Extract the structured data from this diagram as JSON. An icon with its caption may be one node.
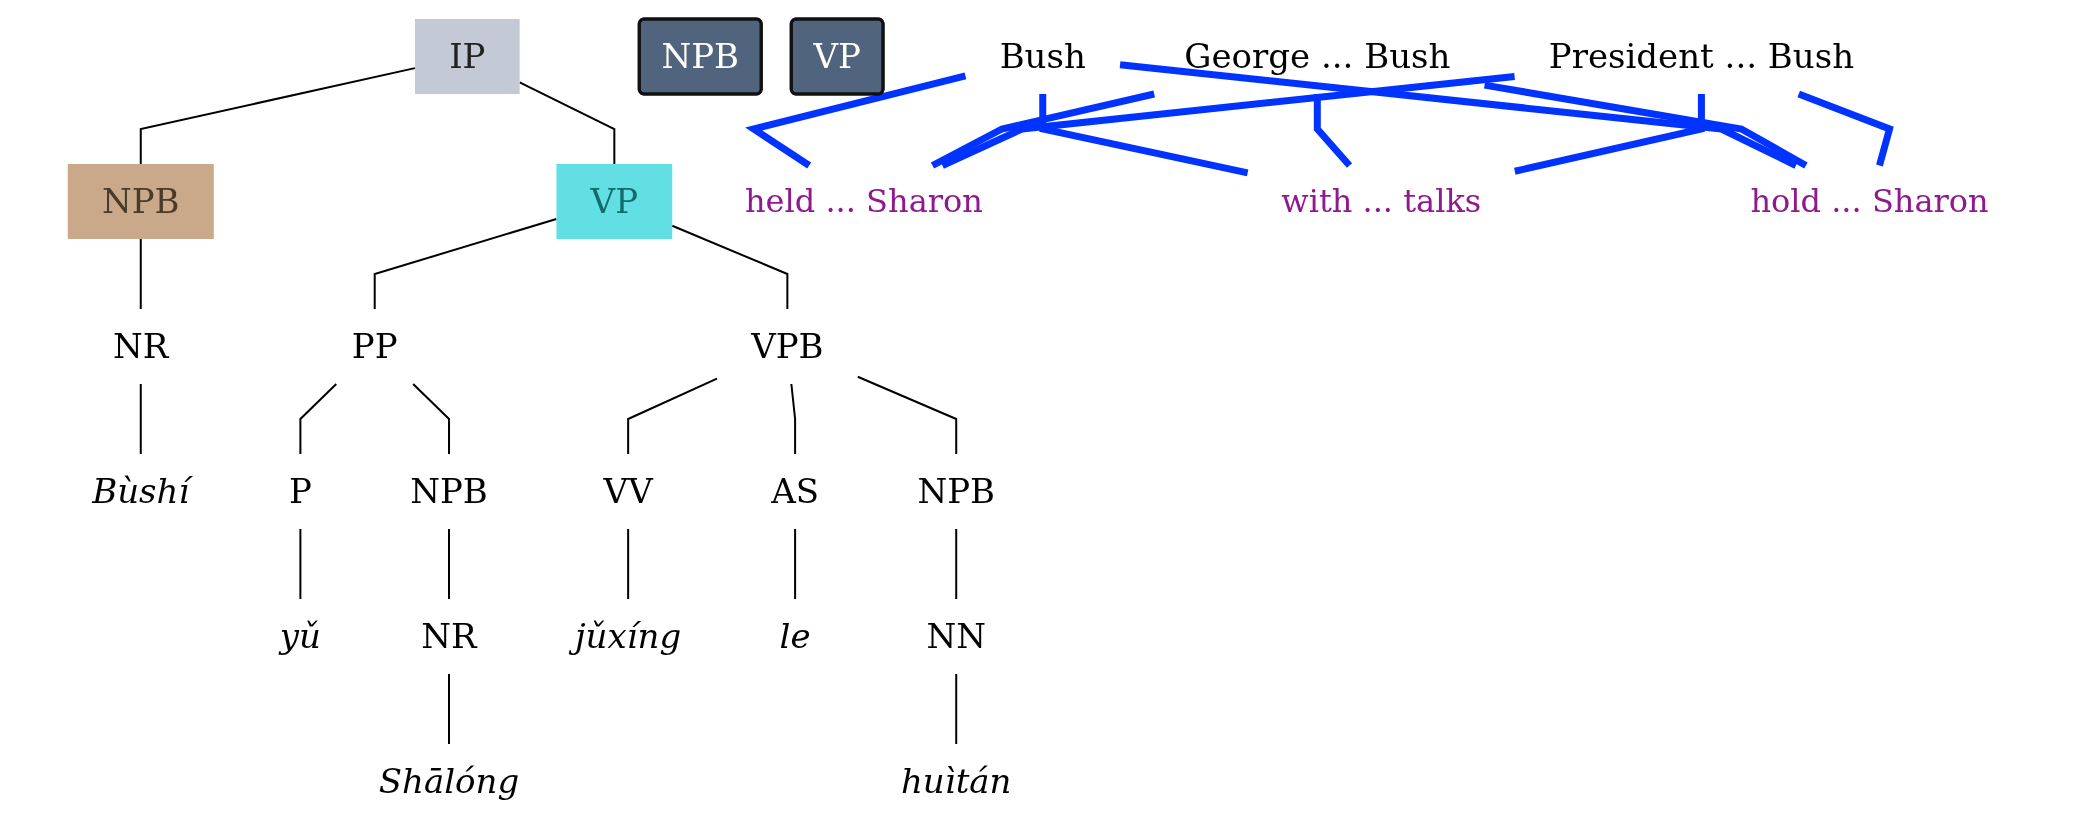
{
  "diagram": {
    "nodes": [
      {
        "text": [
          "IP"
        ]
      },
      {
        "text": [
          "NPB"
        ]
      },
      {
        "text": [
          "VP"
        ]
      },
      {
        "text": [
          "NR"
        ]
      },
      {
        "text": [
          "PP"
        ]
      },
      {
        "text": [
          "VPB"
        ]
      },
      {
        "text": [
          "Bùshí"
        ]
      },
      {
        "text": [
          "P"
        ]
      },
      {
        "text": [
          "NPB"
        ]
      },
      {
        "text": [
          "VV"
        ]
      },
      {
        "text": [
          "AS"
        ]
      },
      {
        "text": [
          "NPB"
        ]
      },
      {
        "text": [
          "yǔ"
        ]
      },
      {
        "text": [
          "NR"
        ]
      },
      {
        "text": [
          "jǔxíng"
        ]
      },
      {
        "text": [
          "le"
        ]
      },
      {
        "text": [
          "NN"
        ]
      },
      {
        "text": [
          "Shālóng"
        ]
      },
      {
        "text": [
          "huìtán"
        ]
      },
      {
        "text": [
          "NPB"
        ]
      },
      {
        "text": [
          "VP"
        ]
      },
      {
        "text": [
          "Bush"
        ]
      },
      {
        "text": [
          "George ... Bush"
        ]
      },
      {
        "text": [
          "President ... Bush"
        ]
      },
      {
        "text": [
          "held ... Sharon"
        ]
      },
      {
        "text": [
          "with ... talks"
        ]
      },
      {
        "text": [
          "hold ... Sharon"
        ]
      }
    ],
    "edges": [
      {
        "from": 0,
        "to": 1,
        "arrow": "none"
      },
      {
        "from": 0,
        "to": 2,
        "arrow": "none"
      },
      {
        "from": 1,
        "to": 3,
        "arrow": "none"
      },
      {
        "from": 3,
        "to": 6,
        "arrow": "none"
      },
      {
        "from": 2,
        "to": 4,
        "arrow": "none"
      },
      {
        "from": 2,
        "to": 5,
        "arrow": "none"
      },
      {
        "from": 4,
        "to": 7,
        "arrow": "none"
      },
      {
        "from": 4,
        "to": 8,
        "arrow": "none"
      },
      {
        "from": 7,
        "to": 12,
        "arrow": "none"
      },
      {
        "from": 8,
        "to": 13,
        "arrow": "none"
      },
      {
        "from": 13,
        "to": 17,
        "arrow": "none"
      },
      {
        "from": 5,
        "to": 9,
        "arrow": "none"
      },
      {
        "from": 5,
        "to": 10,
        "arrow": "none"
      },
      {
        "from": 5,
        "to": 11,
        "arrow": "none"
      },
      {
        "from": 9,
        "to": 14,
        "arrow": "none"
      },
      {
        "from": 10,
        "to": 15,
        "arrow": "none"
      },
      {
        "from": 11,
        "to": 16,
        "arrow": "none"
      },
      {
        "from": 16,
        "to": 18,
        "arrow": "none"
      },
      {
        "from": 21,
        "to": 24,
        "arrow": "none",
        "style": "thick",
        "color": "#0033ff"
      },
      {
        "from": 21,
        "to": 25,
        "arrow": "none",
        "style": "thick",
        "color": "#0033ff"
      },
      {
        "from": 21,
        "to": 26,
        "arrow": "none",
        "style": "thick",
        "color": "#0033ff"
      },
      {
        "from": 22,
        "to": 24,
        "arrow": "none",
        "style": "thick",
        "color": "#0033ff"
      },
      {
        "from": 22,
        "to": 25,
        "arrow": "none",
        "style": "thick",
        "color": "#0033ff"
      },
      {
        "from": 22,
        "to": 26,
        "arrow": "none",
        "style": "thick",
        "color": "#0033ff"
      },
      {
        "from": 23,
        "to": 24,
        "arrow": "none",
        "style": "thick",
        "color": "#0033ff"
      },
      {
        "from": 23,
        "to": 25,
        "arrow": "none",
        "style": "thick",
        "color": "#0033ff"
      },
      {
        "from": 23,
        "to": 26,
        "arrow": "none",
        "style": "thick",
        "color": "#0033ff"
      }
    ]
  }
}
